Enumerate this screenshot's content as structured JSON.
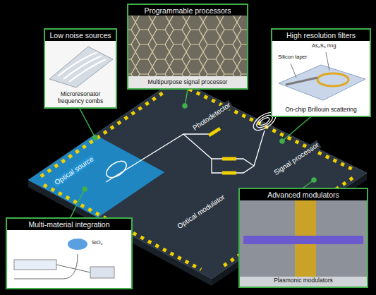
{
  "diagram": {
    "nodes": [
      {
        "text": [
          "Low noise sources",
          "Microresonator frequency combs"
        ]
      },
      {
        "text": [
          "Programmable processors",
          "Multipurpose signal processor"
        ]
      },
      {
        "text": [
          "High resolution filters",
          "On-chip Brillouin scattering"
        ]
      },
      {
        "text": [
          "Multi-material integration"
        ]
      },
      {
        "text": [
          "Advanced modulators",
          "Plasmonic modulators"
        ]
      }
    ],
    "labels": [
      "As₂S₃ ring",
      "Silicon taper",
      "SiO₂",
      "Optical source",
      "Photodetector",
      "Signal processor",
      "Optical modulator"
    ]
  }
}
